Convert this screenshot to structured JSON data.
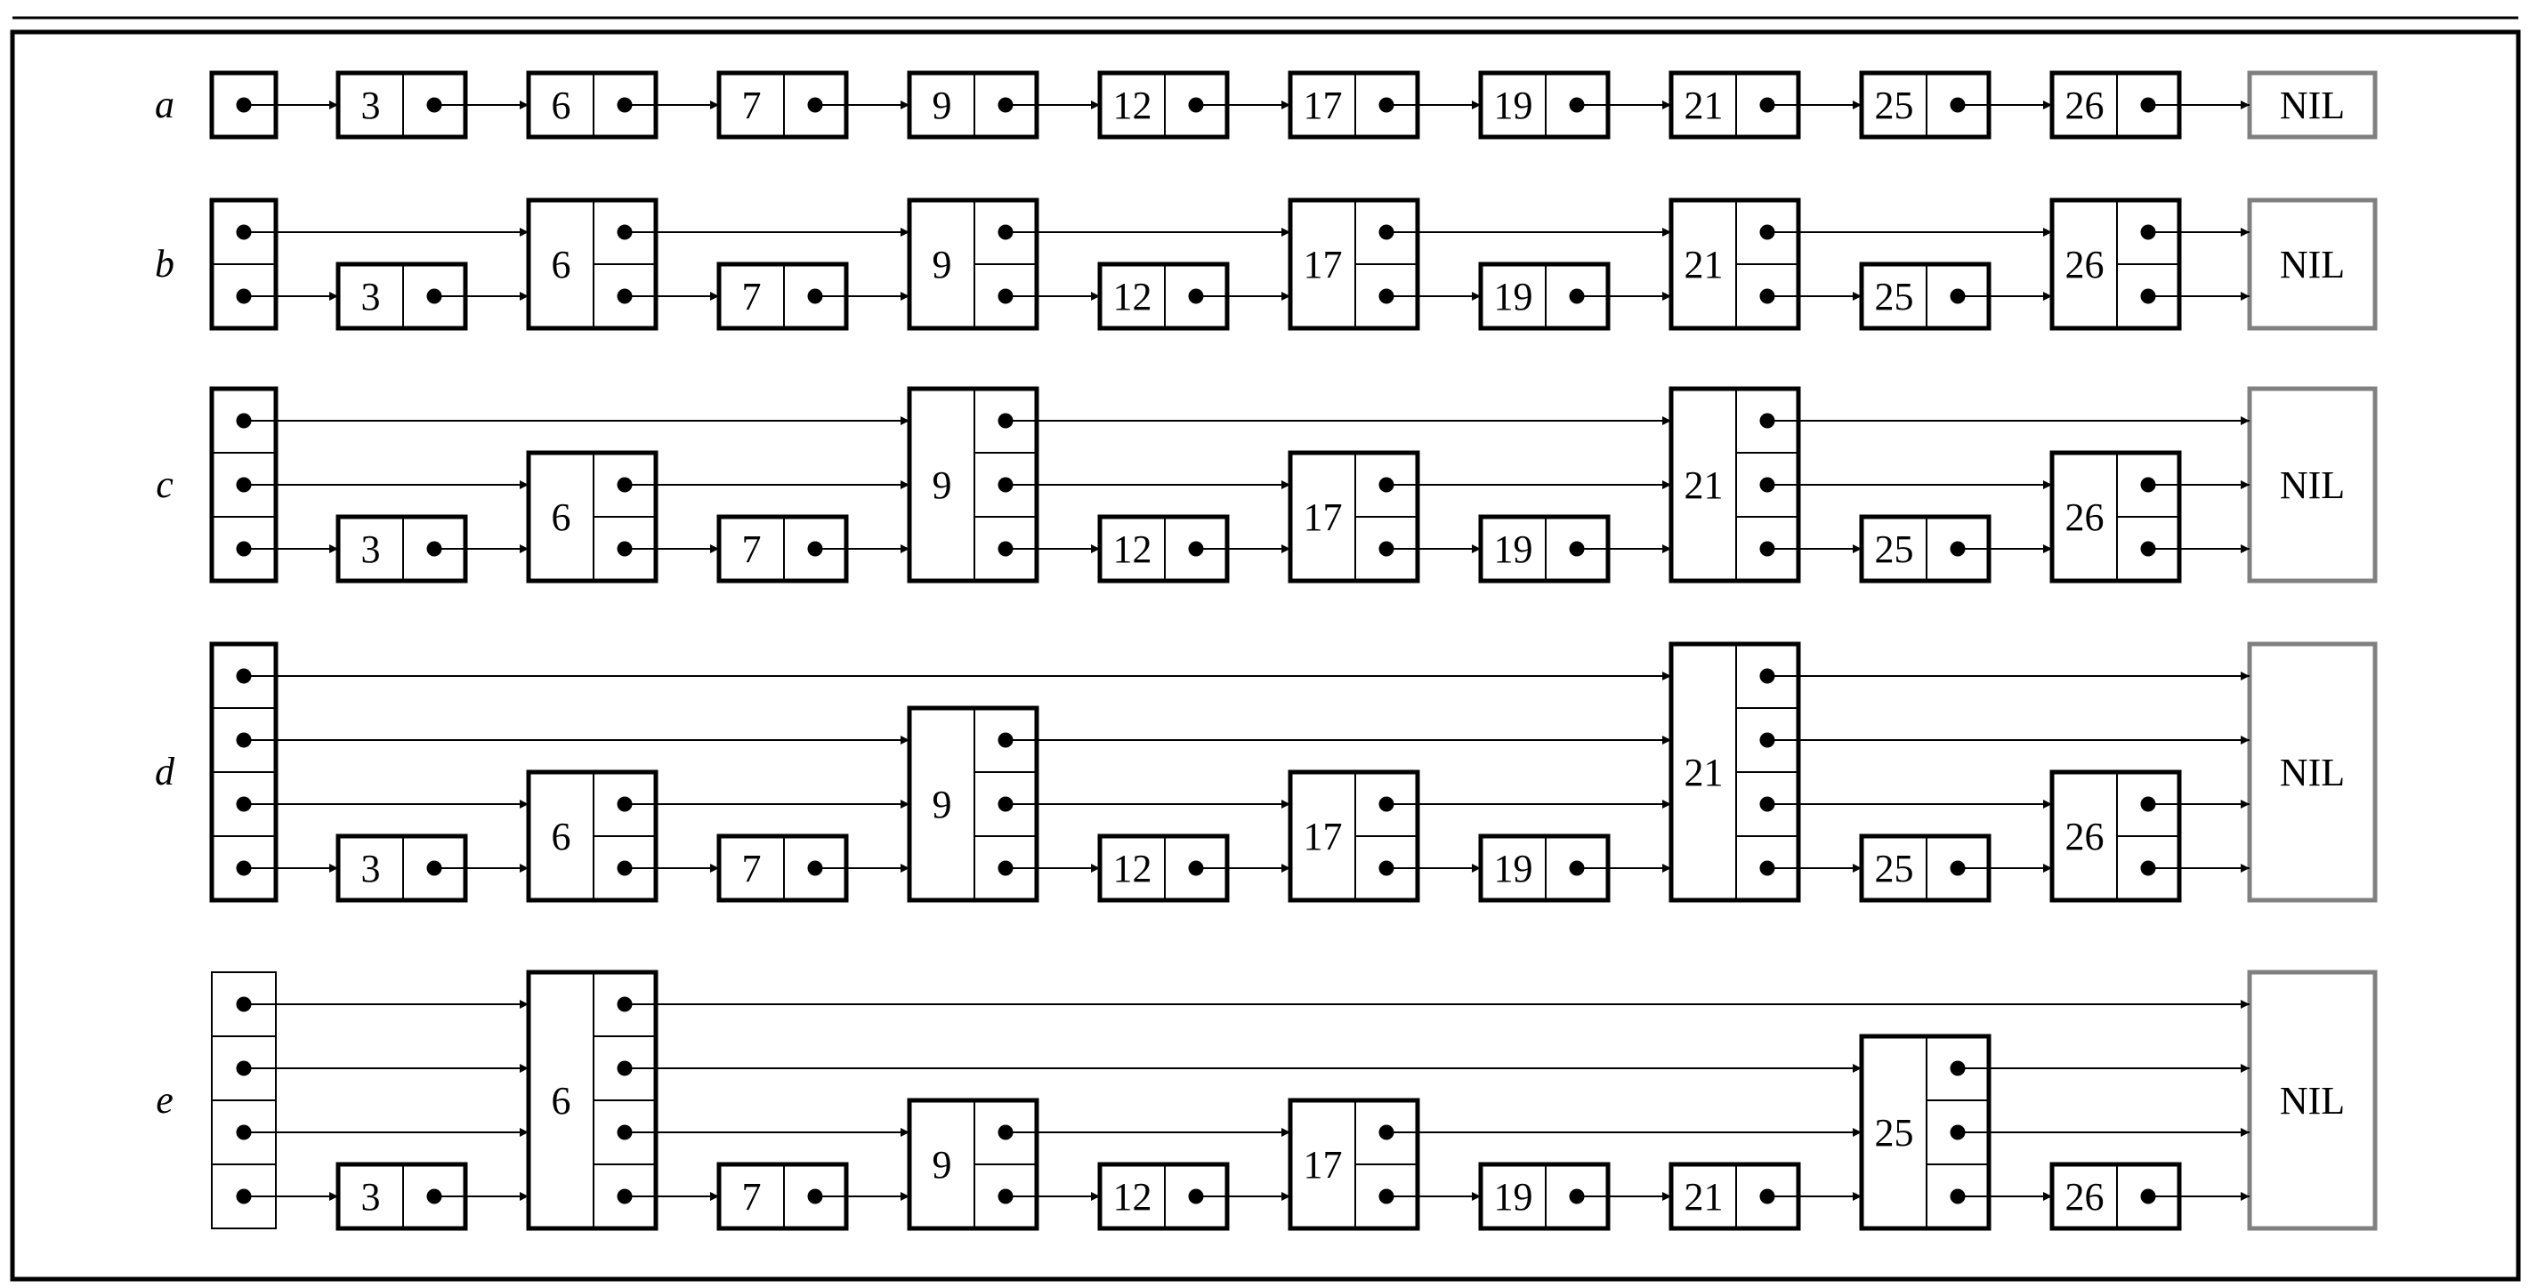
{
  "colors": {
    "ink": "#000000",
    "nil_border": "#808080",
    "background": "#ffffff"
  },
  "nil_label": "NIL",
  "rows": [
    {
      "label": "a",
      "head_levels": 1,
      "nodes": [
        {
          "key": "3",
          "levels": 1
        },
        {
          "key": "6",
          "levels": 1
        },
        {
          "key": "7",
          "levels": 1
        },
        {
          "key": "9",
          "levels": 1
        },
        {
          "key": "12",
          "levels": 1
        },
        {
          "key": "17",
          "levels": 1
        },
        {
          "key": "19",
          "levels": 1
        },
        {
          "key": "21",
          "levels": 1
        },
        {
          "key": "25",
          "levels": 1
        },
        {
          "key": "26",
          "levels": 1
        }
      ]
    },
    {
      "label": "b",
      "head_levels": 2,
      "nodes": [
        {
          "key": "3",
          "levels": 1
        },
        {
          "key": "6",
          "levels": 2
        },
        {
          "key": "7",
          "levels": 1
        },
        {
          "key": "9",
          "levels": 2
        },
        {
          "key": "12",
          "levels": 1
        },
        {
          "key": "17",
          "levels": 2
        },
        {
          "key": "19",
          "levels": 1
        },
        {
          "key": "21",
          "levels": 2
        },
        {
          "key": "25",
          "levels": 1
        },
        {
          "key": "26",
          "levels": 2
        }
      ]
    },
    {
      "label": "c",
      "head_levels": 3,
      "nodes": [
        {
          "key": "3",
          "levels": 1
        },
        {
          "key": "6",
          "levels": 2
        },
        {
          "key": "7",
          "levels": 1
        },
        {
          "key": "9",
          "levels": 3
        },
        {
          "key": "12",
          "levels": 1
        },
        {
          "key": "17",
          "levels": 2
        },
        {
          "key": "19",
          "levels": 1
        },
        {
          "key": "21",
          "levels": 3
        },
        {
          "key": "25",
          "levels": 1
        },
        {
          "key": "26",
          "levels": 2
        }
      ]
    },
    {
      "label": "d",
      "head_levels": 4,
      "nodes": [
        {
          "key": "3",
          "levels": 1
        },
        {
          "key": "6",
          "levels": 2
        },
        {
          "key": "7",
          "levels": 1
        },
        {
          "key": "9",
          "levels": 3
        },
        {
          "key": "12",
          "levels": 1
        },
        {
          "key": "17",
          "levels": 2
        },
        {
          "key": "19",
          "levels": 1
        },
        {
          "key": "21",
          "levels": 4
        },
        {
          "key": "25",
          "levels": 1
        },
        {
          "key": "26",
          "levels": 2
        }
      ]
    },
    {
      "label": "e",
      "head_levels": 4,
      "nodes": [
        {
          "key": "3",
          "levels": 1
        },
        {
          "key": "6",
          "levels": 4
        },
        {
          "key": "7",
          "levels": 1
        },
        {
          "key": "9",
          "levels": 2
        },
        {
          "key": "12",
          "levels": 1
        },
        {
          "key": "17",
          "levels": 2
        },
        {
          "key": "19",
          "levels": 1
        },
        {
          "key": "21",
          "levels": 1
        },
        {
          "key": "25",
          "levels": 3
        },
        {
          "key": "26",
          "levels": 1
        }
      ]
    }
  ]
}
